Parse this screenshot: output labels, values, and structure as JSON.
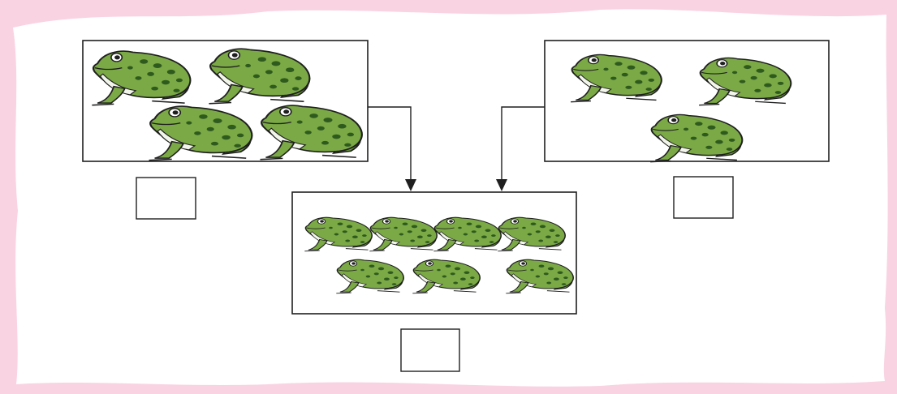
{
  "diagram": {
    "groups": [
      {
        "id": "left",
        "frog_count": 4
      },
      {
        "id": "right",
        "frog_count": 3
      },
      {
        "id": "result",
        "frog_count": 7
      }
    ],
    "answer_boxes": [
      {
        "for": "left",
        "value": ""
      },
      {
        "for": "right",
        "value": ""
      },
      {
        "for": "result",
        "value": ""
      }
    ],
    "connections": [
      {
        "from": "left",
        "to": "result"
      },
      {
        "from": "right",
        "to": "result"
      }
    ]
  },
  "colors": {
    "paper_border": "#f9d3e2",
    "paper": "#ffffff",
    "frog_body": "#7aa945",
    "frog_spots": "#2f5a1e",
    "frog_belly": "#f2f5ea",
    "outline": "#1f1f1f"
  },
  "icons": {
    "frog": "frog-icon"
  }
}
